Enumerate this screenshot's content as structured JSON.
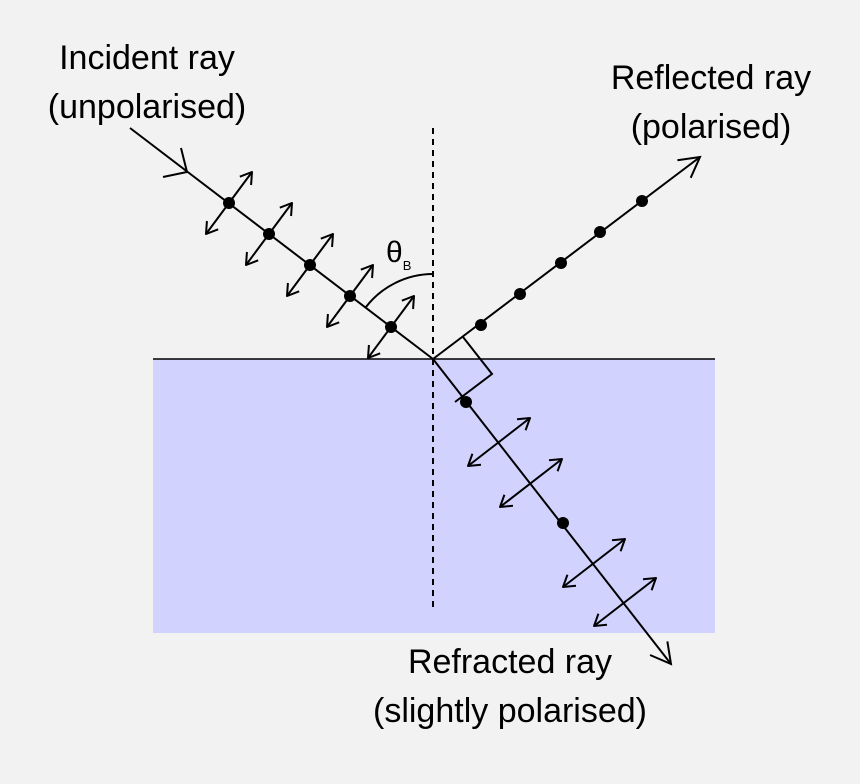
{
  "background_color": "#f2f2f2",
  "medium_color": "#d2d2ff",
  "ink_color": "#000000",
  "incident": {
    "line1": "Incident ray",
    "line2": "(unpolarised)"
  },
  "reflected": {
    "line1": "Reflected ray",
    "line2": "(polarised)"
  },
  "refracted": {
    "line1": "Refracted ray",
    "line2": "(slightly polarised)"
  },
  "angle": {
    "symbol": "θ",
    "subscript": "B"
  },
  "icons": [
    "incident-arrowhead-icon",
    "reflected-arrowhead-icon",
    "refracted-arrowhead-icon",
    "right-angle-icon",
    "polarization-dot-icon",
    "double-headed-arrow-icon"
  ]
}
